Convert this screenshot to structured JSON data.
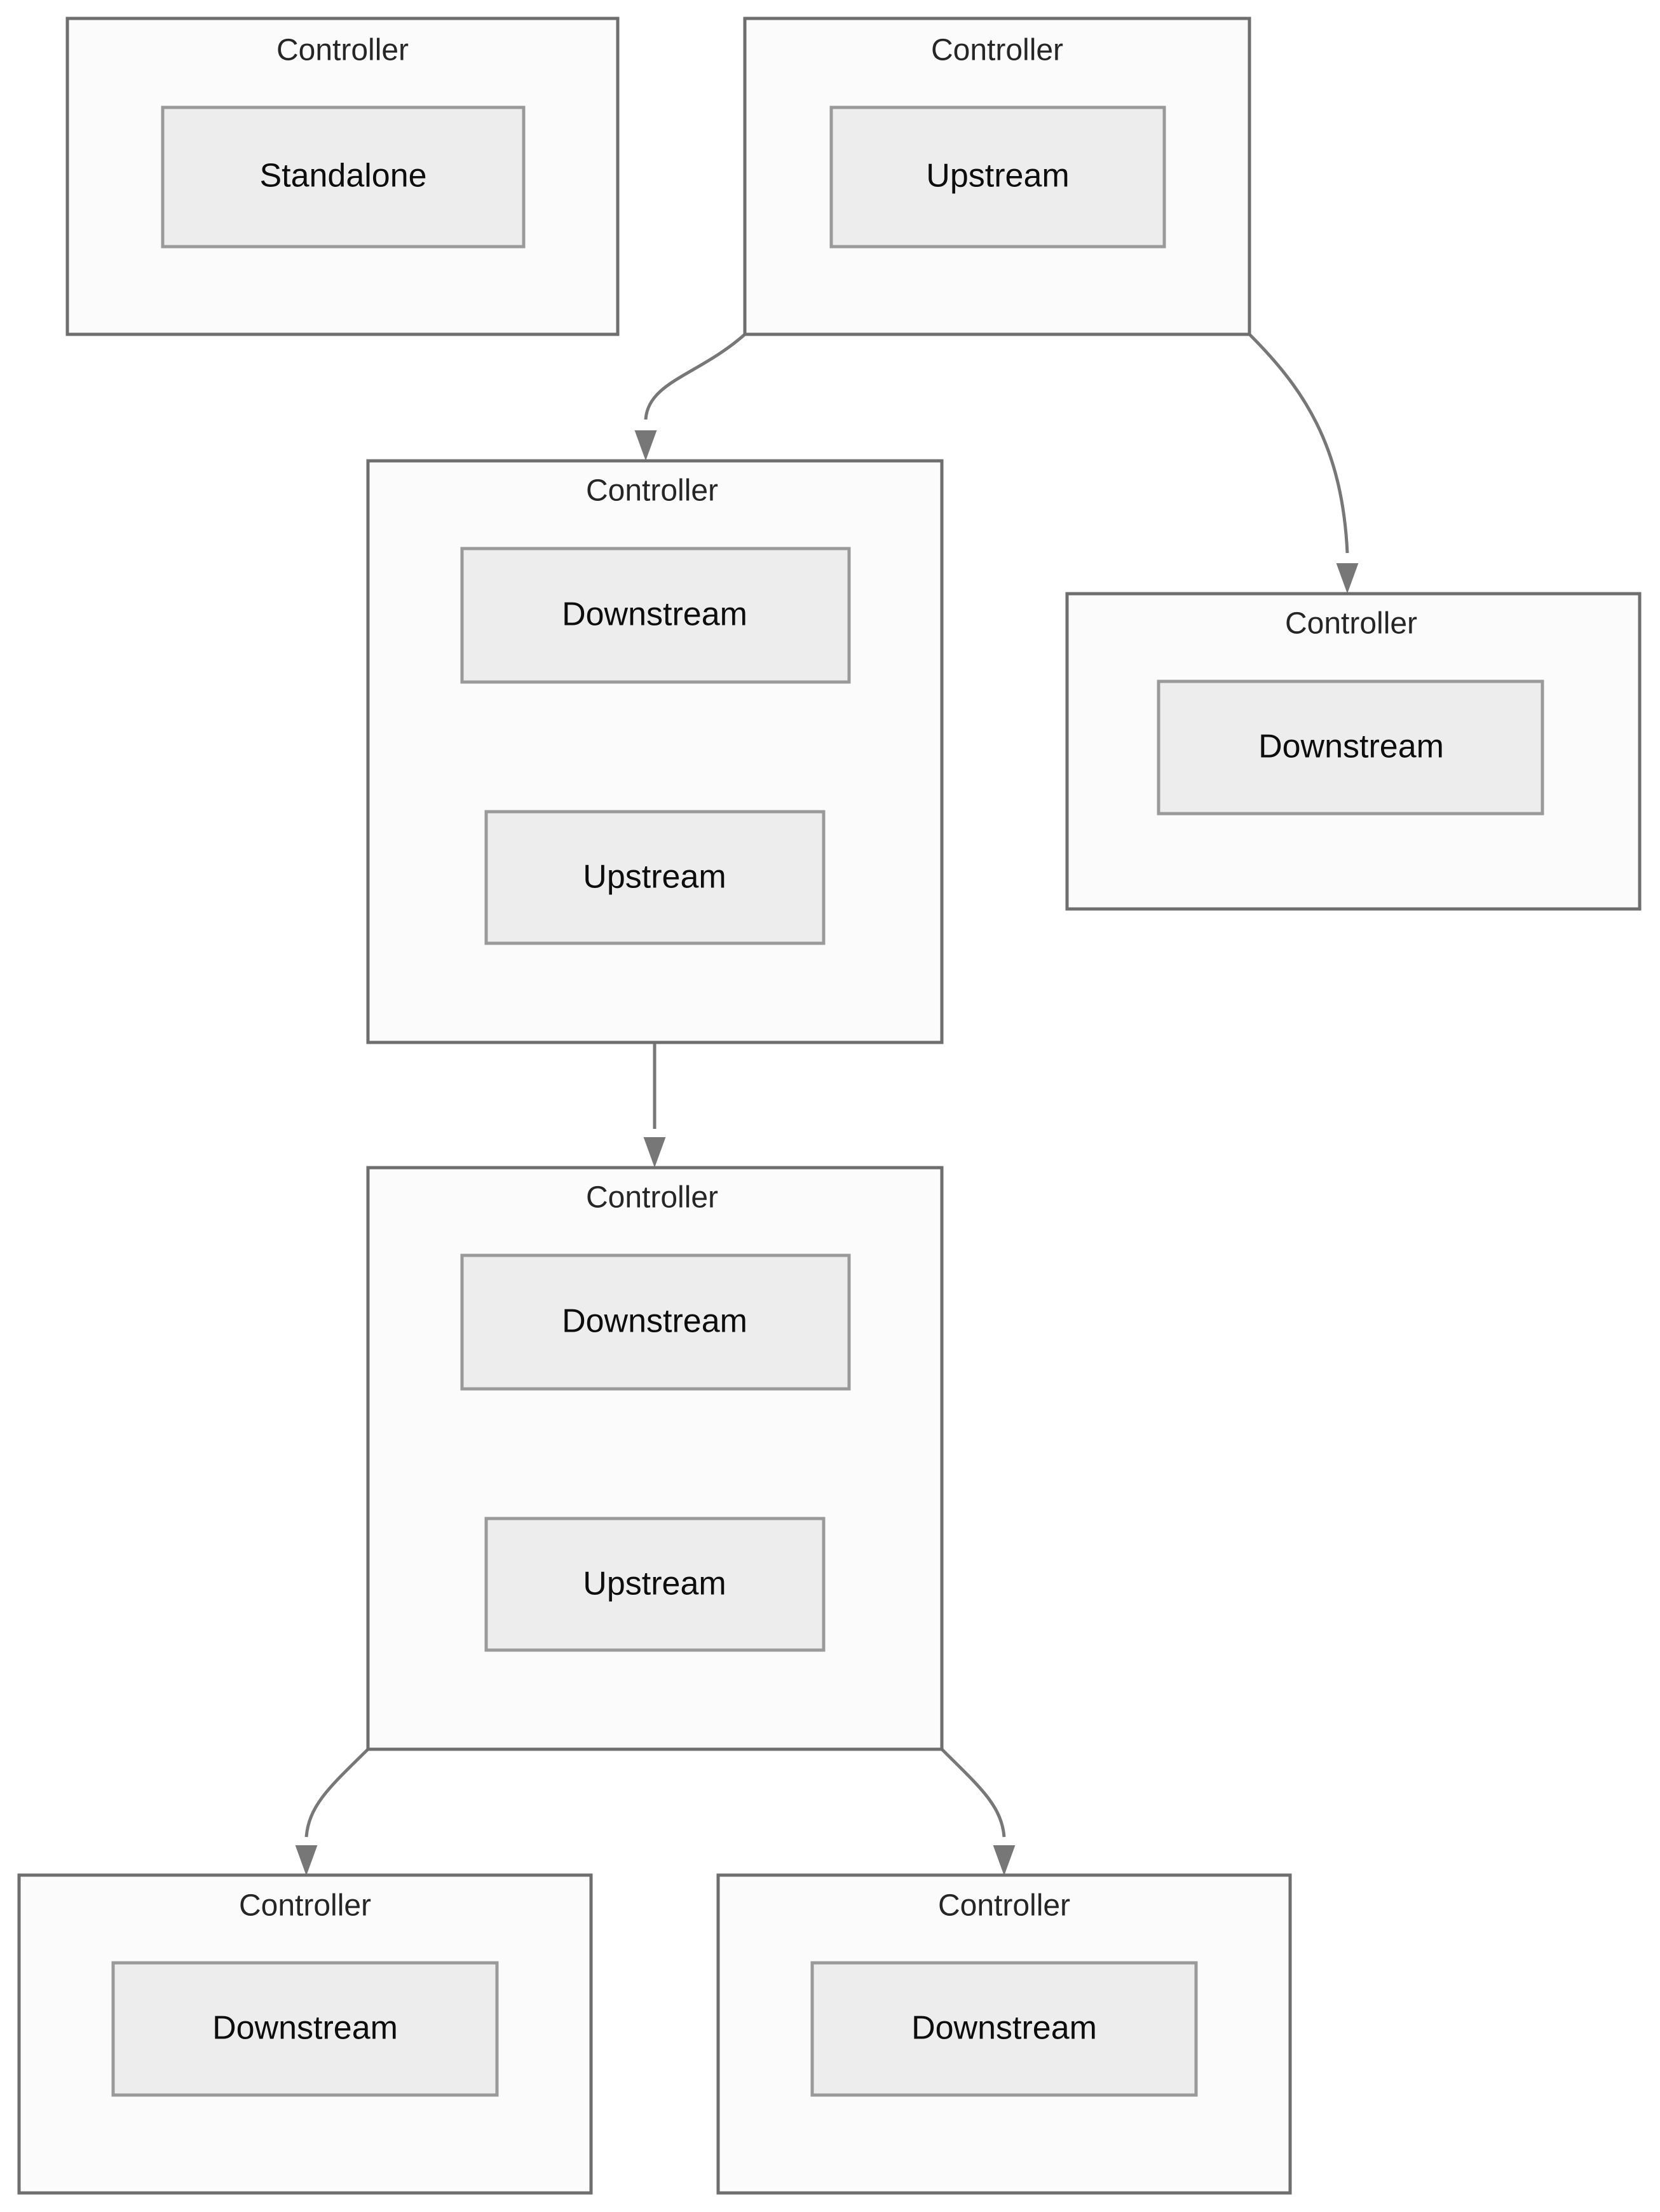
{
  "diagram": {
    "title_label": "Controller",
    "background_color": "#ffffff",
    "container_fill": "#fbfbfb",
    "container_stroke": "#6e6e6e",
    "child_fill": "#ededed",
    "child_stroke": "#9a9a9a",
    "edge_color": "#777777",
    "text_color": "#262626",
    "nodes": [
      {
        "id": "c1",
        "title": "Controller",
        "children": [
          {
            "id": "c1-standalone",
            "label": "Standalone"
          }
        ]
      },
      {
        "id": "c2",
        "title": "Controller",
        "children": [
          {
            "id": "c2-upstream",
            "label": "Upstream"
          }
        ]
      },
      {
        "id": "c3",
        "title": "Controller",
        "children": [
          {
            "id": "c3-downstream",
            "label": "Downstream"
          },
          {
            "id": "c3-upstream",
            "label": "Upstream"
          }
        ]
      },
      {
        "id": "c4",
        "title": "Controller",
        "children": [
          {
            "id": "c4-downstream",
            "label": "Downstream"
          }
        ]
      },
      {
        "id": "c5",
        "title": "Controller",
        "children": [
          {
            "id": "c5-downstream",
            "label": "Downstream"
          },
          {
            "id": "c5-upstream",
            "label": "Upstream"
          }
        ]
      },
      {
        "id": "c6",
        "title": "Controller",
        "children": [
          {
            "id": "c6-downstream",
            "label": "Downstream"
          }
        ]
      },
      {
        "id": "c7",
        "title": "Controller",
        "children": [
          {
            "id": "c7-downstream",
            "label": "Downstream"
          }
        ]
      }
    ],
    "edges": [
      {
        "id": "e1",
        "from": "c2",
        "to": "c3"
      },
      {
        "id": "e2",
        "from": "c2",
        "to": "c4"
      },
      {
        "id": "e3",
        "from": "c3",
        "to": "c5"
      },
      {
        "id": "e4",
        "from": "c5",
        "to": "c6"
      },
      {
        "id": "e5",
        "from": "c5",
        "to": "c7"
      }
    ]
  }
}
